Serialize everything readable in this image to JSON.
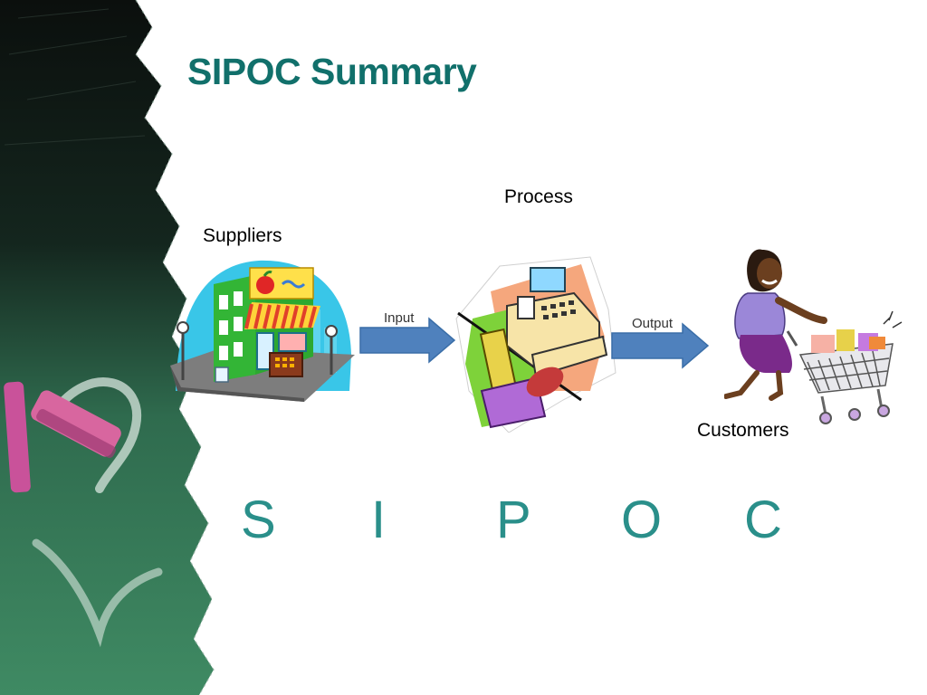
{
  "slide": {
    "title": "SIPOC Summary"
  },
  "diagram": {
    "suppliers_label": "Suppliers",
    "process_label": "Process",
    "customers_label": "Customers",
    "input_label": "Input",
    "output_label": "Output"
  },
  "acronym": [
    "S",
    "I",
    "P",
    "O",
    "C"
  ],
  "colors": {
    "title": "#11706B",
    "acronym": "#2A8F8A",
    "arrow_fill": "#4F81BD",
    "chalkboard": "#2F6B4E"
  },
  "icons": {
    "suppliers": "storefront-icon",
    "process": "cash-register-icon",
    "customers": "shopper-with-cart-icon"
  }
}
